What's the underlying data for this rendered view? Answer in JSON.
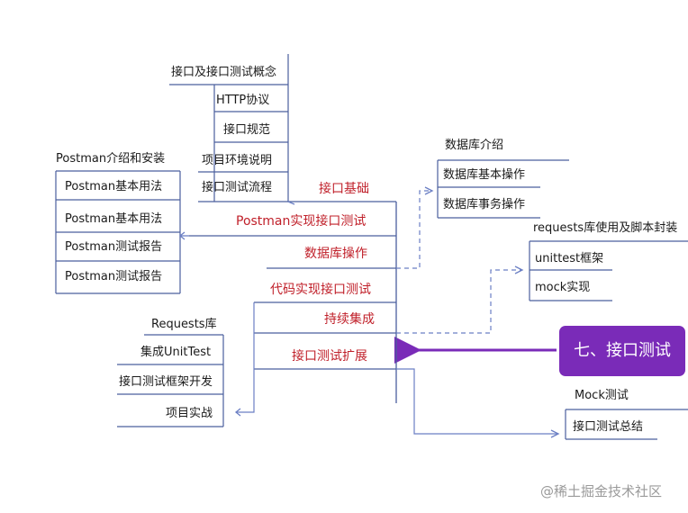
{
  "center": {
    "label": "七、接口测试"
  },
  "main_branches": [
    {
      "id": "b1",
      "label": "接口基础"
    },
    {
      "id": "b2",
      "label": "Postman实现接口测试"
    },
    {
      "id": "b3",
      "label": "数据库操作"
    },
    {
      "id": "b4",
      "label": "代码实现接口测试"
    },
    {
      "id": "b5",
      "label": "持续集成"
    },
    {
      "id": "b6",
      "label": "接口测试扩展"
    }
  ],
  "interface_basics": {
    "items": [
      "接口及接口测试概念",
      "HTTP协议",
      "接口规范",
      "项目环境说明",
      "接口测试流程"
    ]
  },
  "postman": {
    "title": "Postman介绍和安装",
    "items": [
      "Postman基本用法",
      "Postman基本用法",
      "Postman测试报告",
      "Postman测试报告"
    ]
  },
  "database": {
    "title": "数据库介绍",
    "items": [
      "数据库基本操作",
      "数据库事务操作"
    ]
  },
  "code_impl": {
    "title": "Requests库",
    "items": [
      "集成UnitTest",
      "接口测试框架开发",
      "项目实战"
    ]
  },
  "ci": {
    "title": "requests库使用及脚本封装",
    "items": [
      "unittest框架",
      "mock实现"
    ]
  },
  "extension": {
    "title": "Mock测试",
    "items": [
      "接口测试总结"
    ]
  },
  "watermark": "@稀土掘金技术社区",
  "colors": {
    "center_fill": "#7a2bb8",
    "branch_text": "#c0202a",
    "connector": "#6b7fc4",
    "subline": "#4b5f9e"
  }
}
